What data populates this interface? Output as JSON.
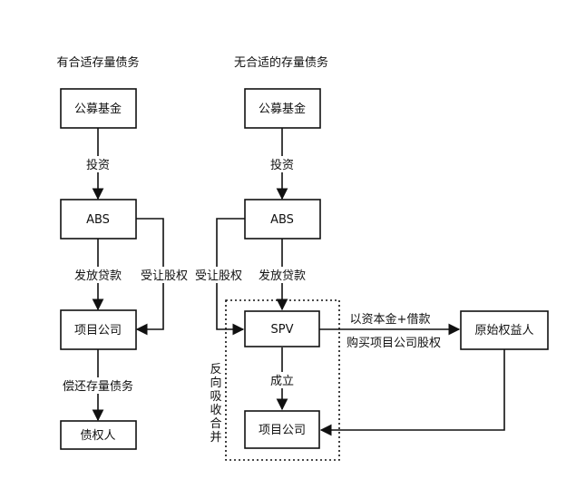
{
  "left": {
    "title": "有合适存量债务",
    "fund": "公募基金",
    "invest": "投资",
    "abs": "ABS",
    "loan": "发放贷款",
    "equity": "受让股权",
    "project": "项目公司",
    "repay": "偿还存量债务",
    "creditor": "债权人"
  },
  "right": {
    "title": "无合适的存量债务",
    "fund": "公募基金",
    "invest": "投资",
    "abs": "ABS",
    "equity": "受让股权",
    "loan": "发放贷款",
    "spv": "SPV",
    "establish": "成立",
    "project": "项目公司",
    "merge": [
      "反",
      "向",
      "吸",
      "收",
      "合",
      "并"
    ],
    "capital_line1": "以资本金+借款",
    "capital_line2": "购买项目公司股权",
    "owner": "原始权益人"
  },
  "colors": {
    "stroke": "#111111",
    "background": "#ffffff"
  }
}
